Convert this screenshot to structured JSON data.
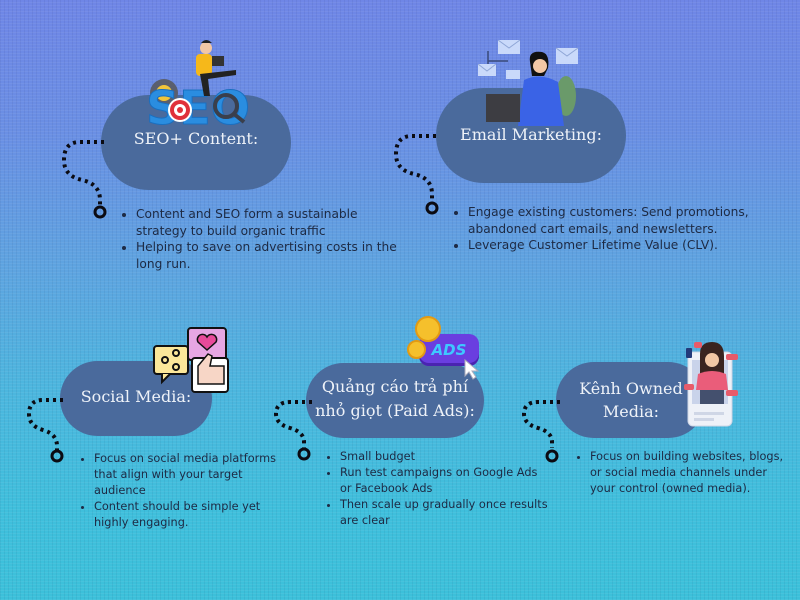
{
  "infographic": {
    "background_colors": {
      "top": "#6f86e6",
      "bottom": "#3cc0da"
    },
    "pill_color": "#4a6a9c",
    "sections": [
      {
        "id": "seo",
        "title": "SEO+ Content:",
        "illustration": "seo-illustration-icon",
        "bullets": [
          "Content and SEO form a sustainable strategy to build organic traffic",
          "Helping to save on advertising costs in the long run."
        ]
      },
      {
        "id": "email",
        "title": "Email Marketing:",
        "illustration": "email-marketing-illustration-icon",
        "bullets": [
          "Engage existing customers: Send promotions, abandoned cart emails, and newsletters.",
          "Leverage Customer Lifetime Value (CLV)."
        ]
      },
      {
        "id": "social",
        "title": "Social Media:",
        "illustration": "social-media-icon",
        "bullets": [
          "Focus on social media platforms that align with your target audience",
          "Content should be simple yet highly engaging."
        ]
      },
      {
        "id": "paid",
        "title_line1": "Quảng cáo trả phí",
        "title_line2": "nhỏ giọt (Paid Ads):",
        "illustration": "ads-icon",
        "ads_label": "ADS",
        "bullets": [
          "Small budget",
          "Run test campaigns on Google Ads or Facebook Ads",
          "Then scale up gradually once results are clear"
        ]
      },
      {
        "id": "owned",
        "title_line1": "Kênh Owned",
        "title_line2": "Media:",
        "illustration": "owned-media-phone-icon",
        "bullets": [
          "Focus on building websites, blogs, or social media channels under your control (owned media)."
        ]
      }
    ]
  }
}
